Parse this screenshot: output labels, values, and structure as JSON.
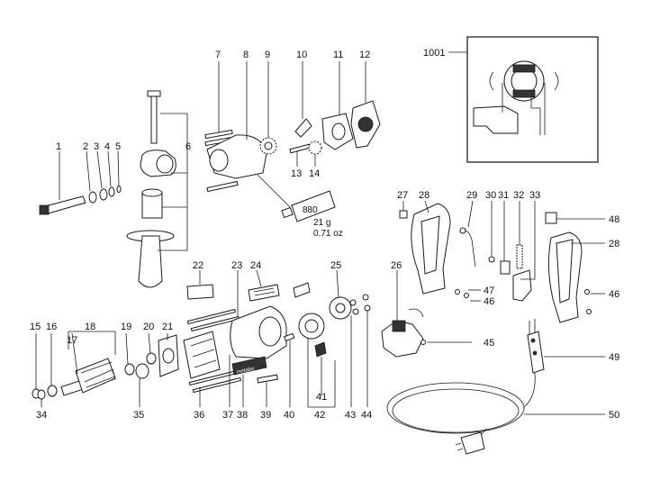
{
  "diagram": {
    "part_numbers": {
      "p1": "1",
      "p2": "2",
      "p3": "3",
      "p4": "4",
      "p5": "5",
      "p6": "6",
      "p7": "7",
      "p8": "8",
      "p9": "9",
      "p10": "10",
      "p11": "11",
      "p12": "12",
      "p13": "13",
      "p14": "14",
      "p15": "15",
      "p16": "16",
      "p17": "17",
      "p18": "18",
      "p19": "19",
      "p20": "20",
      "p21": "21",
      "p22": "22",
      "p23": "23",
      "p24": "24",
      "p25": "25",
      "p26": "26",
      "p27": "27",
      "p28a": "28",
      "p28b": "28",
      "p29": "29",
      "p30": "30",
      "p31": "31",
      "p32": "32",
      "p33": "33",
      "p34": "34",
      "p35": "35",
      "p36": "36",
      "p37": "37",
      "p38": "38",
      "p39": "39",
      "p40": "40",
      "p41": "41",
      "p42": "42",
      "p43": "43",
      "p44": "44",
      "p45": "45",
      "p46a": "46",
      "p46b": "46",
      "p47": "47",
      "p48": "48",
      "p49": "49",
      "p50": "50",
      "p1001": "1001"
    },
    "grease_tube": {
      "code": "880",
      "weight_g": "21 g",
      "weight_oz": "0.71 oz"
    },
    "label_brand": "metabo"
  }
}
